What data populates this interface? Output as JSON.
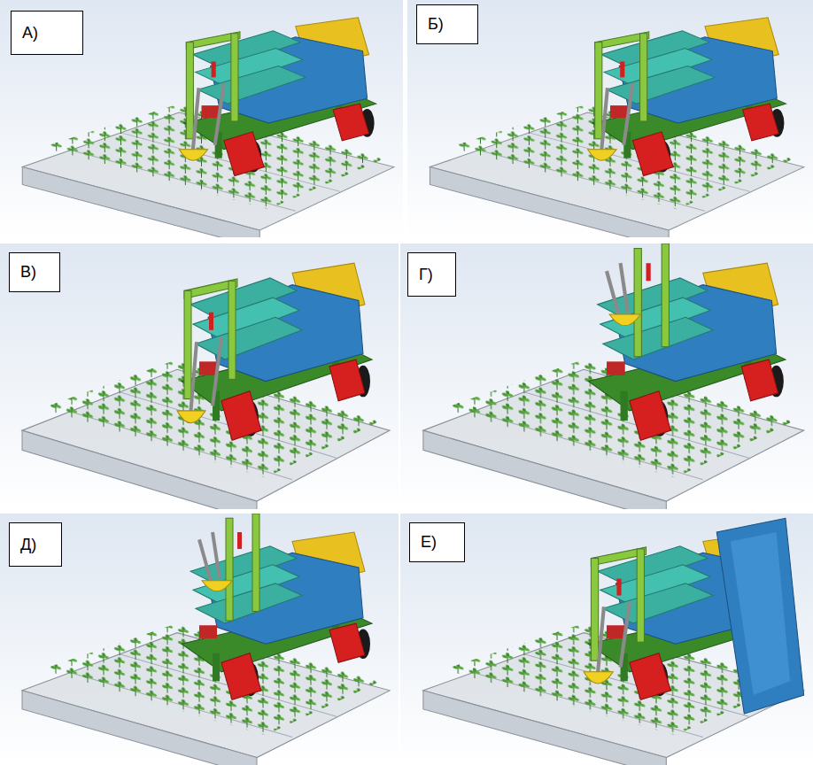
{
  "diagram": {
    "nodes": [
      {
        "text": [
          "А)"
        ]
      },
      {
        "text": [
          "Б)"
        ]
      },
      {
        "text": [
          "В)"
        ]
      },
      {
        "text": [
          "Г)"
        ]
      },
      {
        "text": [
          "Д)"
        ]
      },
      {
        "text": [
          "Е)"
        ]
      }
    ]
  }
}
